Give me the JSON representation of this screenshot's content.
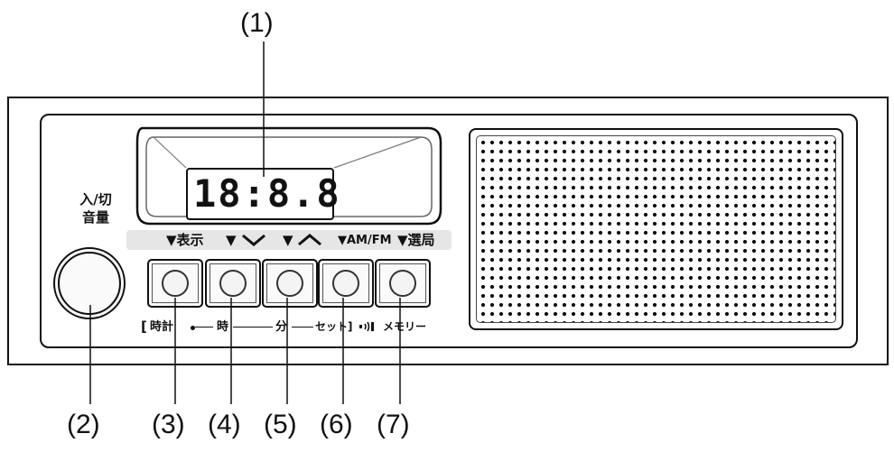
{
  "callouts": {
    "c1": "(1)",
    "c2": "(2)",
    "c3": "(3)",
    "c4": "(4)",
    "c5": "(5)",
    "c6": "(6)",
    "c7": "(7)"
  },
  "power_volume": {
    "line1": "入/切",
    "line2": "音量"
  },
  "display": {
    "digits": "18:8.8"
  },
  "strip": {
    "display": "▼表示",
    "down": "▼",
    "up": "▼",
    "amfm": "▼AM/FM",
    "seek": "▼選局"
  },
  "under": {
    "bracket_open": "[",
    "clock": "時計",
    "hour": "時",
    "minute": "分",
    "set": "セット]",
    "memory": "メモリー"
  },
  "icons": {
    "down_arrow": "chevron-down-icon",
    "up_arrow": "chevron-up-icon",
    "beep": "beep-icon"
  }
}
